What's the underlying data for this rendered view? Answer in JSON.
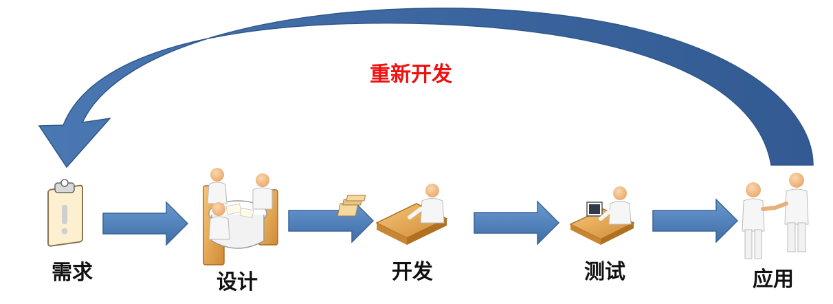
{
  "loop": {
    "label": "重新开发",
    "label_color": "#ee1111"
  },
  "stages": [
    {
      "id": "requirements",
      "label": "需求",
      "icon": "clipboard-icon"
    },
    {
      "id": "design",
      "label": "设计",
      "icon": "meeting-table-icon"
    },
    {
      "id": "development",
      "label": "开发",
      "icon": "desk-worker-icon"
    },
    {
      "id": "testing",
      "label": "测试",
      "icon": "computer-desk-icon"
    },
    {
      "id": "deployment",
      "label": "应用",
      "icon": "handshake-icon"
    }
  ],
  "colors": {
    "arrow_fill": "#4f7fb9",
    "arrow_stroke": "#3a6496",
    "loop_arrow": "#3f69a4",
    "person": "#f4f4f4",
    "person_skin": "#f2c18d",
    "furniture": "#e0a14f",
    "furniture_dark": "#b77a30"
  }
}
